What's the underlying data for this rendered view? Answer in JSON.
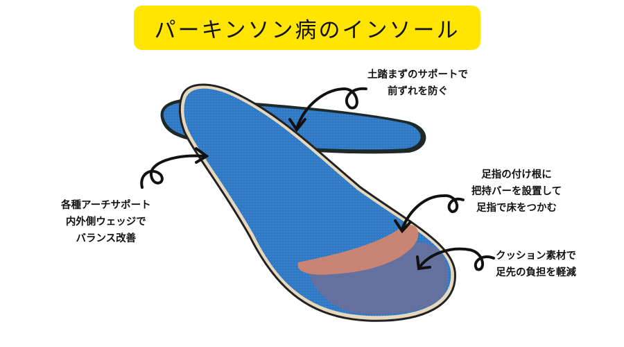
{
  "title": "パーキンソン病のインソール",
  "annotations": {
    "arch": {
      "lines": [
        "土踏まずのサポートで",
        "前ずれを防ぐ"
      ]
    },
    "toe_bar": {
      "lines": [
        "足指の付け根に",
        "把持バーを設置して",
        "足指で床をつかむ"
      ]
    },
    "cushion": {
      "lines": [
        "クッション素材で",
        "足先の負担を軽減"
      ]
    },
    "wedge": {
      "lines": [
        "各種アーチサポート",
        "内外側ウェッジで",
        "バランス改善"
      ]
    }
  },
  "colors": {
    "title_bg": "#ffe500",
    "insole_blue": "#2f78c4",
    "toe_bar": "#c98574",
    "cushion": "#6a6f9a"
  }
}
